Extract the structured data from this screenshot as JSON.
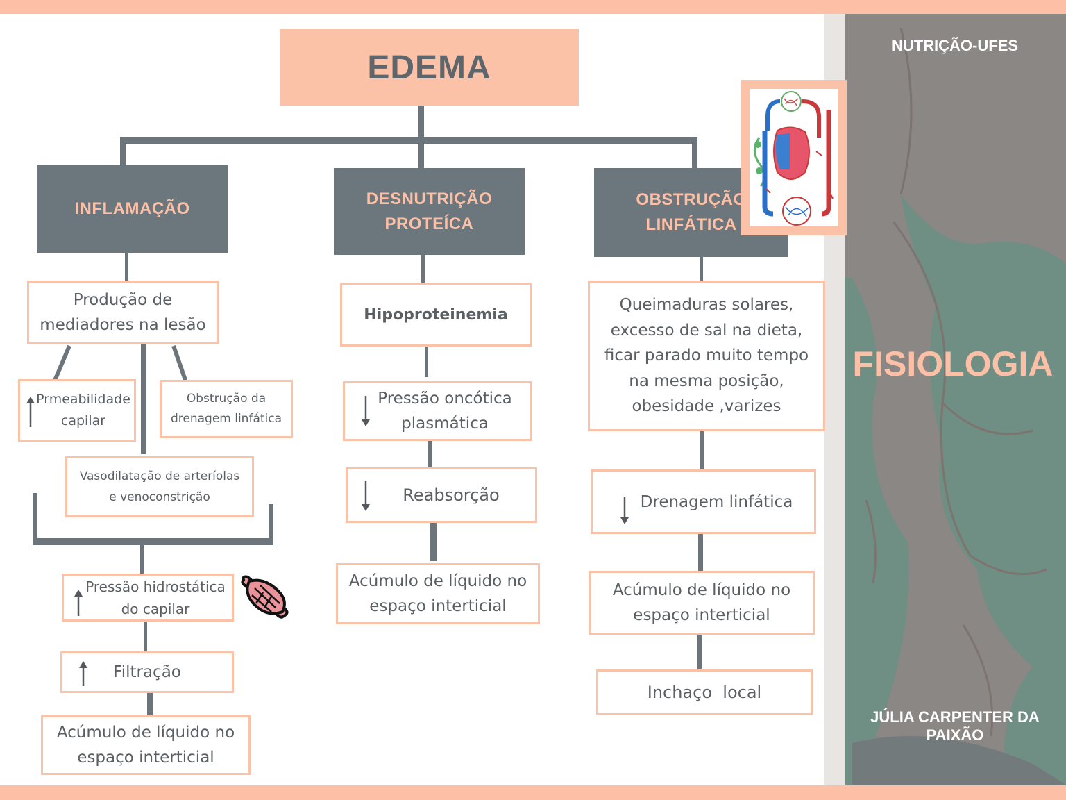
{
  "title": "EDEMA",
  "sidebar": {
    "course": "NUTRIÇÃO-UFES",
    "subject": "FISIOLOGIA",
    "author": "JÚLIA CARPENTER DA PAIXÃO"
  },
  "branches": {
    "inflammation": {
      "header": "INFLAMAÇÃO",
      "mediators": "Produção de\nmediadores na lesão",
      "permeability": "Prmeabilidade\ncapilar",
      "lymph_obstruction": "Obstrução da\ndrenagem linfática",
      "vasodilation": "Vasodilatação de arteríolas\ne venoconstrição",
      "hydrostatic": "Pressão hidrostática\ndo capilar",
      "filtration": "Filtração",
      "accumulation": "Acúmulo de líquido no\nespaço interticial"
    },
    "malnutrition": {
      "header": "DESNUTRIÇÃO\nPROTEÍCA",
      "hypoproteinemia": "Hipoproteinemia",
      "oncotic": "Pressão oncótica\nplasmática",
      "reabsorption": "Reabsorção",
      "accumulation": "Acúmulo de líquido no\nespaço interticial"
    },
    "lymphatic": {
      "header": "OBSTRUÇÃO\nLINFÁTICA",
      "causes": "Queimaduras solares,\nexcesso de sal na dieta,\nficar parado muito tempo\nna mesma posição,\nobesidade ,varizes",
      "drainage": "Drenagem linfática",
      "accumulation": "Acúmulo de líquido no\nespaço interticial",
      "swelling": "Inchaço  local"
    }
  },
  "colors": {
    "peach": "#fdc0a6",
    "slate": "#6c767d",
    "text": "#5a5f63"
  },
  "icons": [
    "circulation-diagram-icon",
    "muscle-fiber-icon",
    "arrow-up-icon",
    "arrow-down-icon"
  ]
}
